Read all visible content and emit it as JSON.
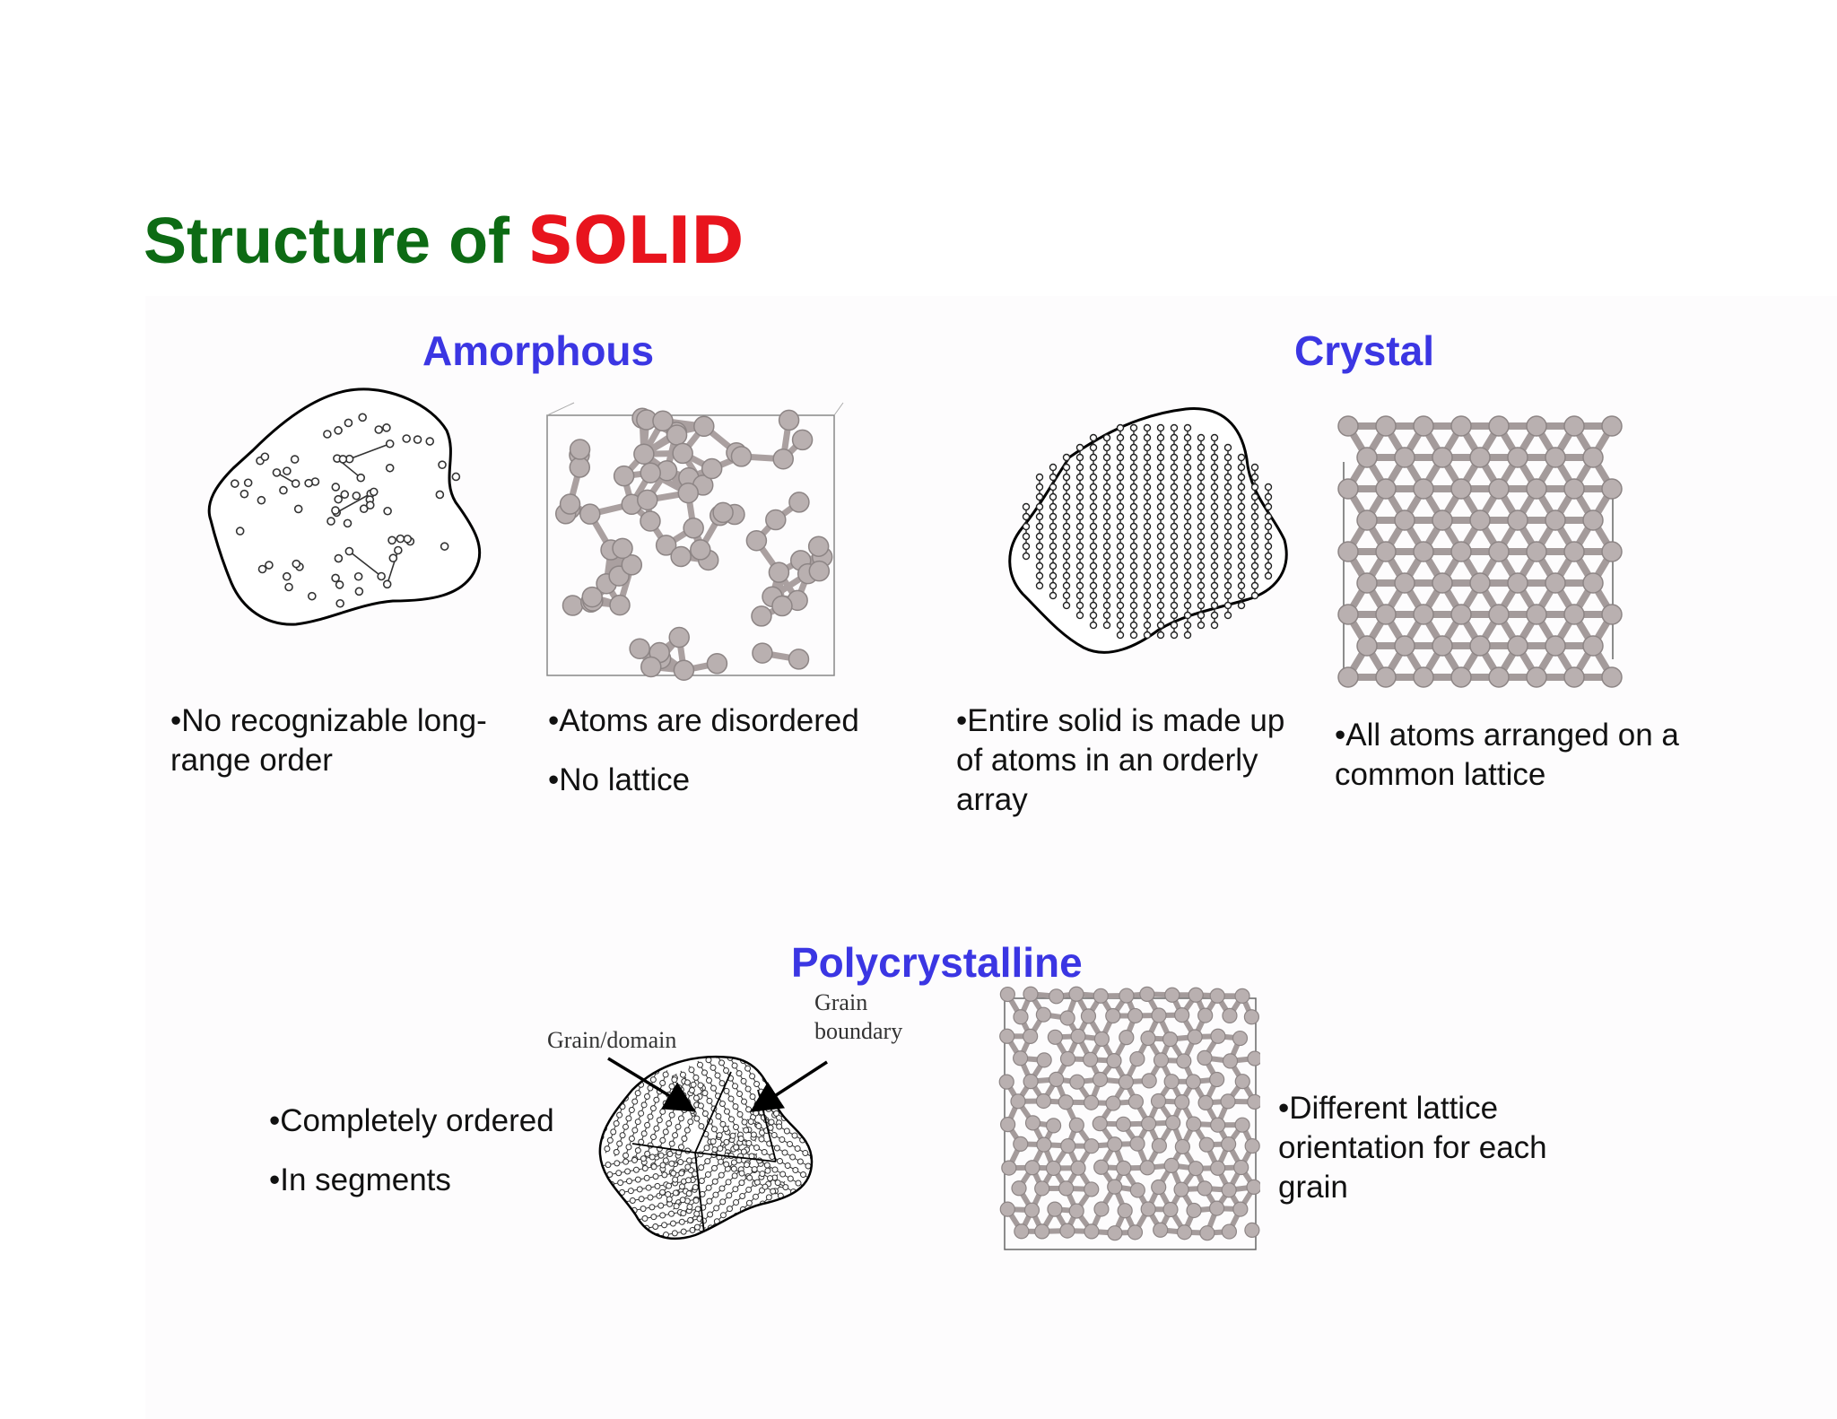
{
  "title": {
    "part1": "Structure of ",
    "part2": "SOLID"
  },
  "sections": {
    "amorphous": {
      "heading": "Amorphous",
      "bullets_left": [
        "•No recognizable long-range order"
      ],
      "bullets_right": [
        "•Atoms are disordered",
        "•No lattice"
      ]
    },
    "crystal": {
      "heading": "Crystal",
      "bullets_left": [
        "•Entire solid is made up of atoms in an orderly array"
      ],
      "bullets_right": [
        "•All atoms arranged on a common lattice"
      ]
    },
    "polycrystalline": {
      "heading": "Polycrystalline",
      "bullets_left": [
        "•Completely ordered",
        "•In segments"
      ],
      "bullets_right": [
        "•Different lattice orientation for each grain"
      ],
      "diagram_labels": {
        "grain": "Grain/domain",
        "boundary_line1": "Grain",
        "boundary_line2": "boundary"
      }
    }
  },
  "colors": {
    "title_green": "#0d6b14",
    "title_red": "#e8141d",
    "heading_blue": "#3b36e3",
    "atom_gray": "#b9b0b0"
  }
}
